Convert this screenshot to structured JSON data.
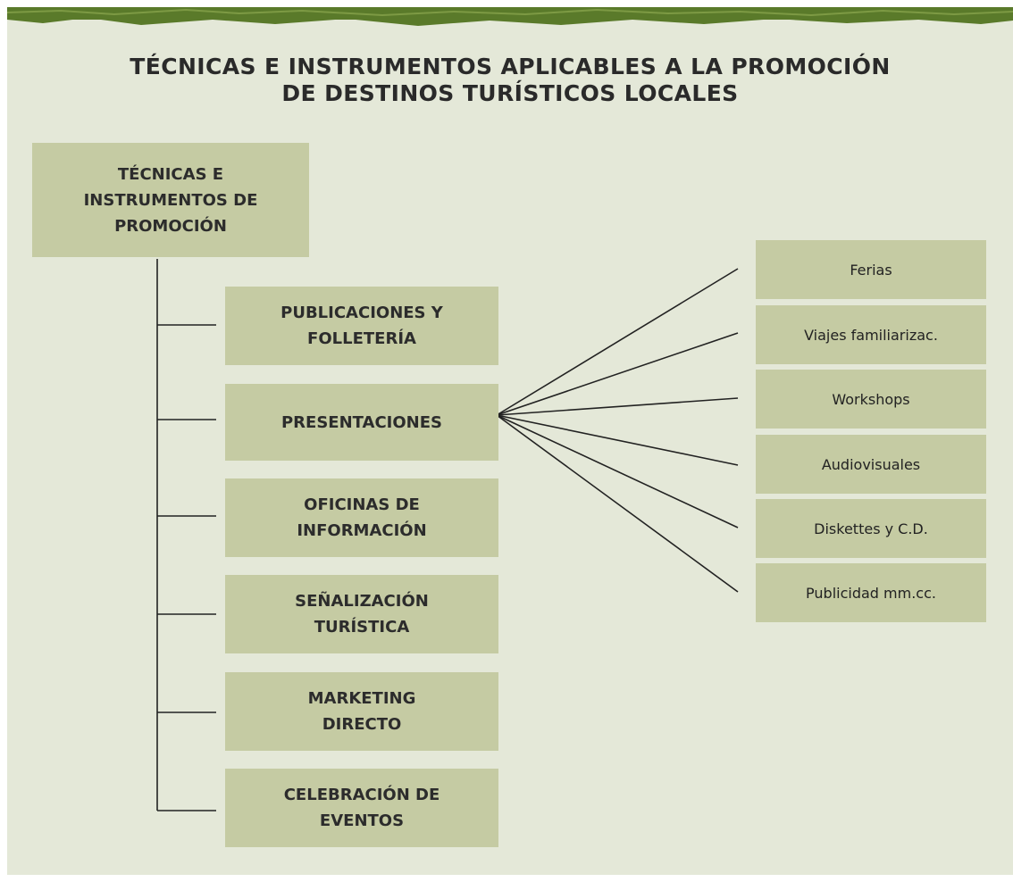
{
  "title": {
    "line1": "TÉCNICAS E INSTRUMENTOS APLICABLES A LA PROMOCIÓN",
    "line2": "DE DESTINOS TURÍSTICOS LOCALES"
  },
  "root": {
    "label": "TÉCNICAS E INSTRUMENTOS DE PROMOCIÓN"
  },
  "categories": [
    "PUBLICACIONES Y FOLLETERÍA",
    "PRESENTACIONES",
    "OFICINAS DE INFORMACIÓN",
    "SEÑALIZACIÓN TURÍSTICA",
    "MARKETING DIRECTO",
    "CELEBRACIÓN DE EVENTOS"
  ],
  "presentaciones_items": [
    "Ferias",
    "Viajes familiarizac.",
    "Workshops",
    "Audiovisuales",
    "Diskettes y C.D.",
    "Publicidad mm.cc."
  ],
  "colors": {
    "background": "#e4e8d8",
    "box": "#c5cba3",
    "bar": "#5a7a2a",
    "line": "#222222"
  }
}
